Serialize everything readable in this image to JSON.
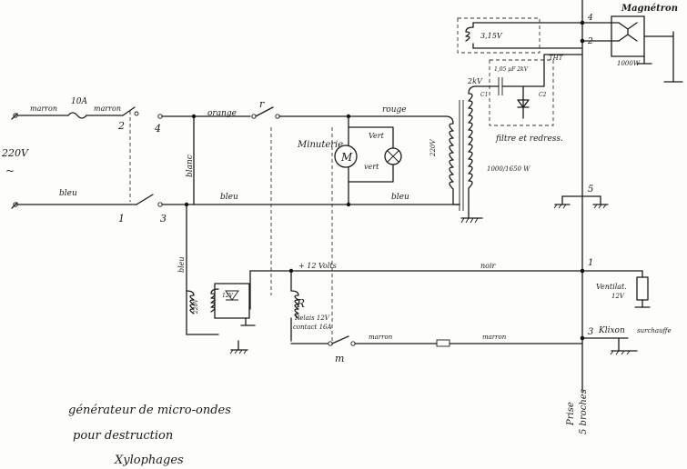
{
  "labels": {
    "mains_voltage": "220V",
    "ac_symbol": "~",
    "wire_top_brown": "marron",
    "fuse_rating": "10A",
    "wire_top_brown2": "marron",
    "terminal_2": "2",
    "terminal_4": "4",
    "wire_orange": "orange",
    "relay_contact_r": "r",
    "wire_red": "rouge",
    "wire_blue_left": "bleu",
    "terminal_1": "1",
    "terminal_3": "3",
    "wire_white": "blanc",
    "wire_blue_mid": "bleu",
    "wire_blue_right": "bleu",
    "wire_blue_vert": "bleu",
    "minuterie": "Minuterie",
    "motor_letter": "M",
    "timer_contact_1": "Vert",
    "timer_contact_2": "vert",
    "transformer_primary": "220V",
    "transformer_va": "1000/1650 W",
    "hv_label": "2kV",
    "cap_label": "1,05 µF 2kV",
    "cap_c1": "C1",
    "cap_c2": "C2",
    "filter_label": "filtre et redress.",
    "tht_label": "THT",
    "heater_voltage": "3,15V",
    "magnetron": "Magnétron",
    "magnetron_power": "1000W",
    "pin_4": "4",
    "pin_2": "2",
    "pin_5": "5",
    "pin_1": "1",
    "pin_3": "3",
    "plus_12v": "+ 12 Volts",
    "wire_black": "noir",
    "ventilation": "Ventilat.",
    "ventilation_v": "12V",
    "relay_letter": "R",
    "relay_desc_1": "Relais 12V",
    "relay_desc_2": "contact 16A",
    "switch_m": "m",
    "wire_brown_bottom1": "marron",
    "wire_brown_bottom2": "marron",
    "klaxon": "Klixon",
    "surtemp": "surchauffe",
    "transfo_small": "220V",
    "transfo_small2": "12V",
    "socket_1": "Prise",
    "socket_2": "5 broches",
    "title_1": "générateur de micro-ondes",
    "title_2": "pour destruction",
    "title_3": "Xylophages"
  }
}
